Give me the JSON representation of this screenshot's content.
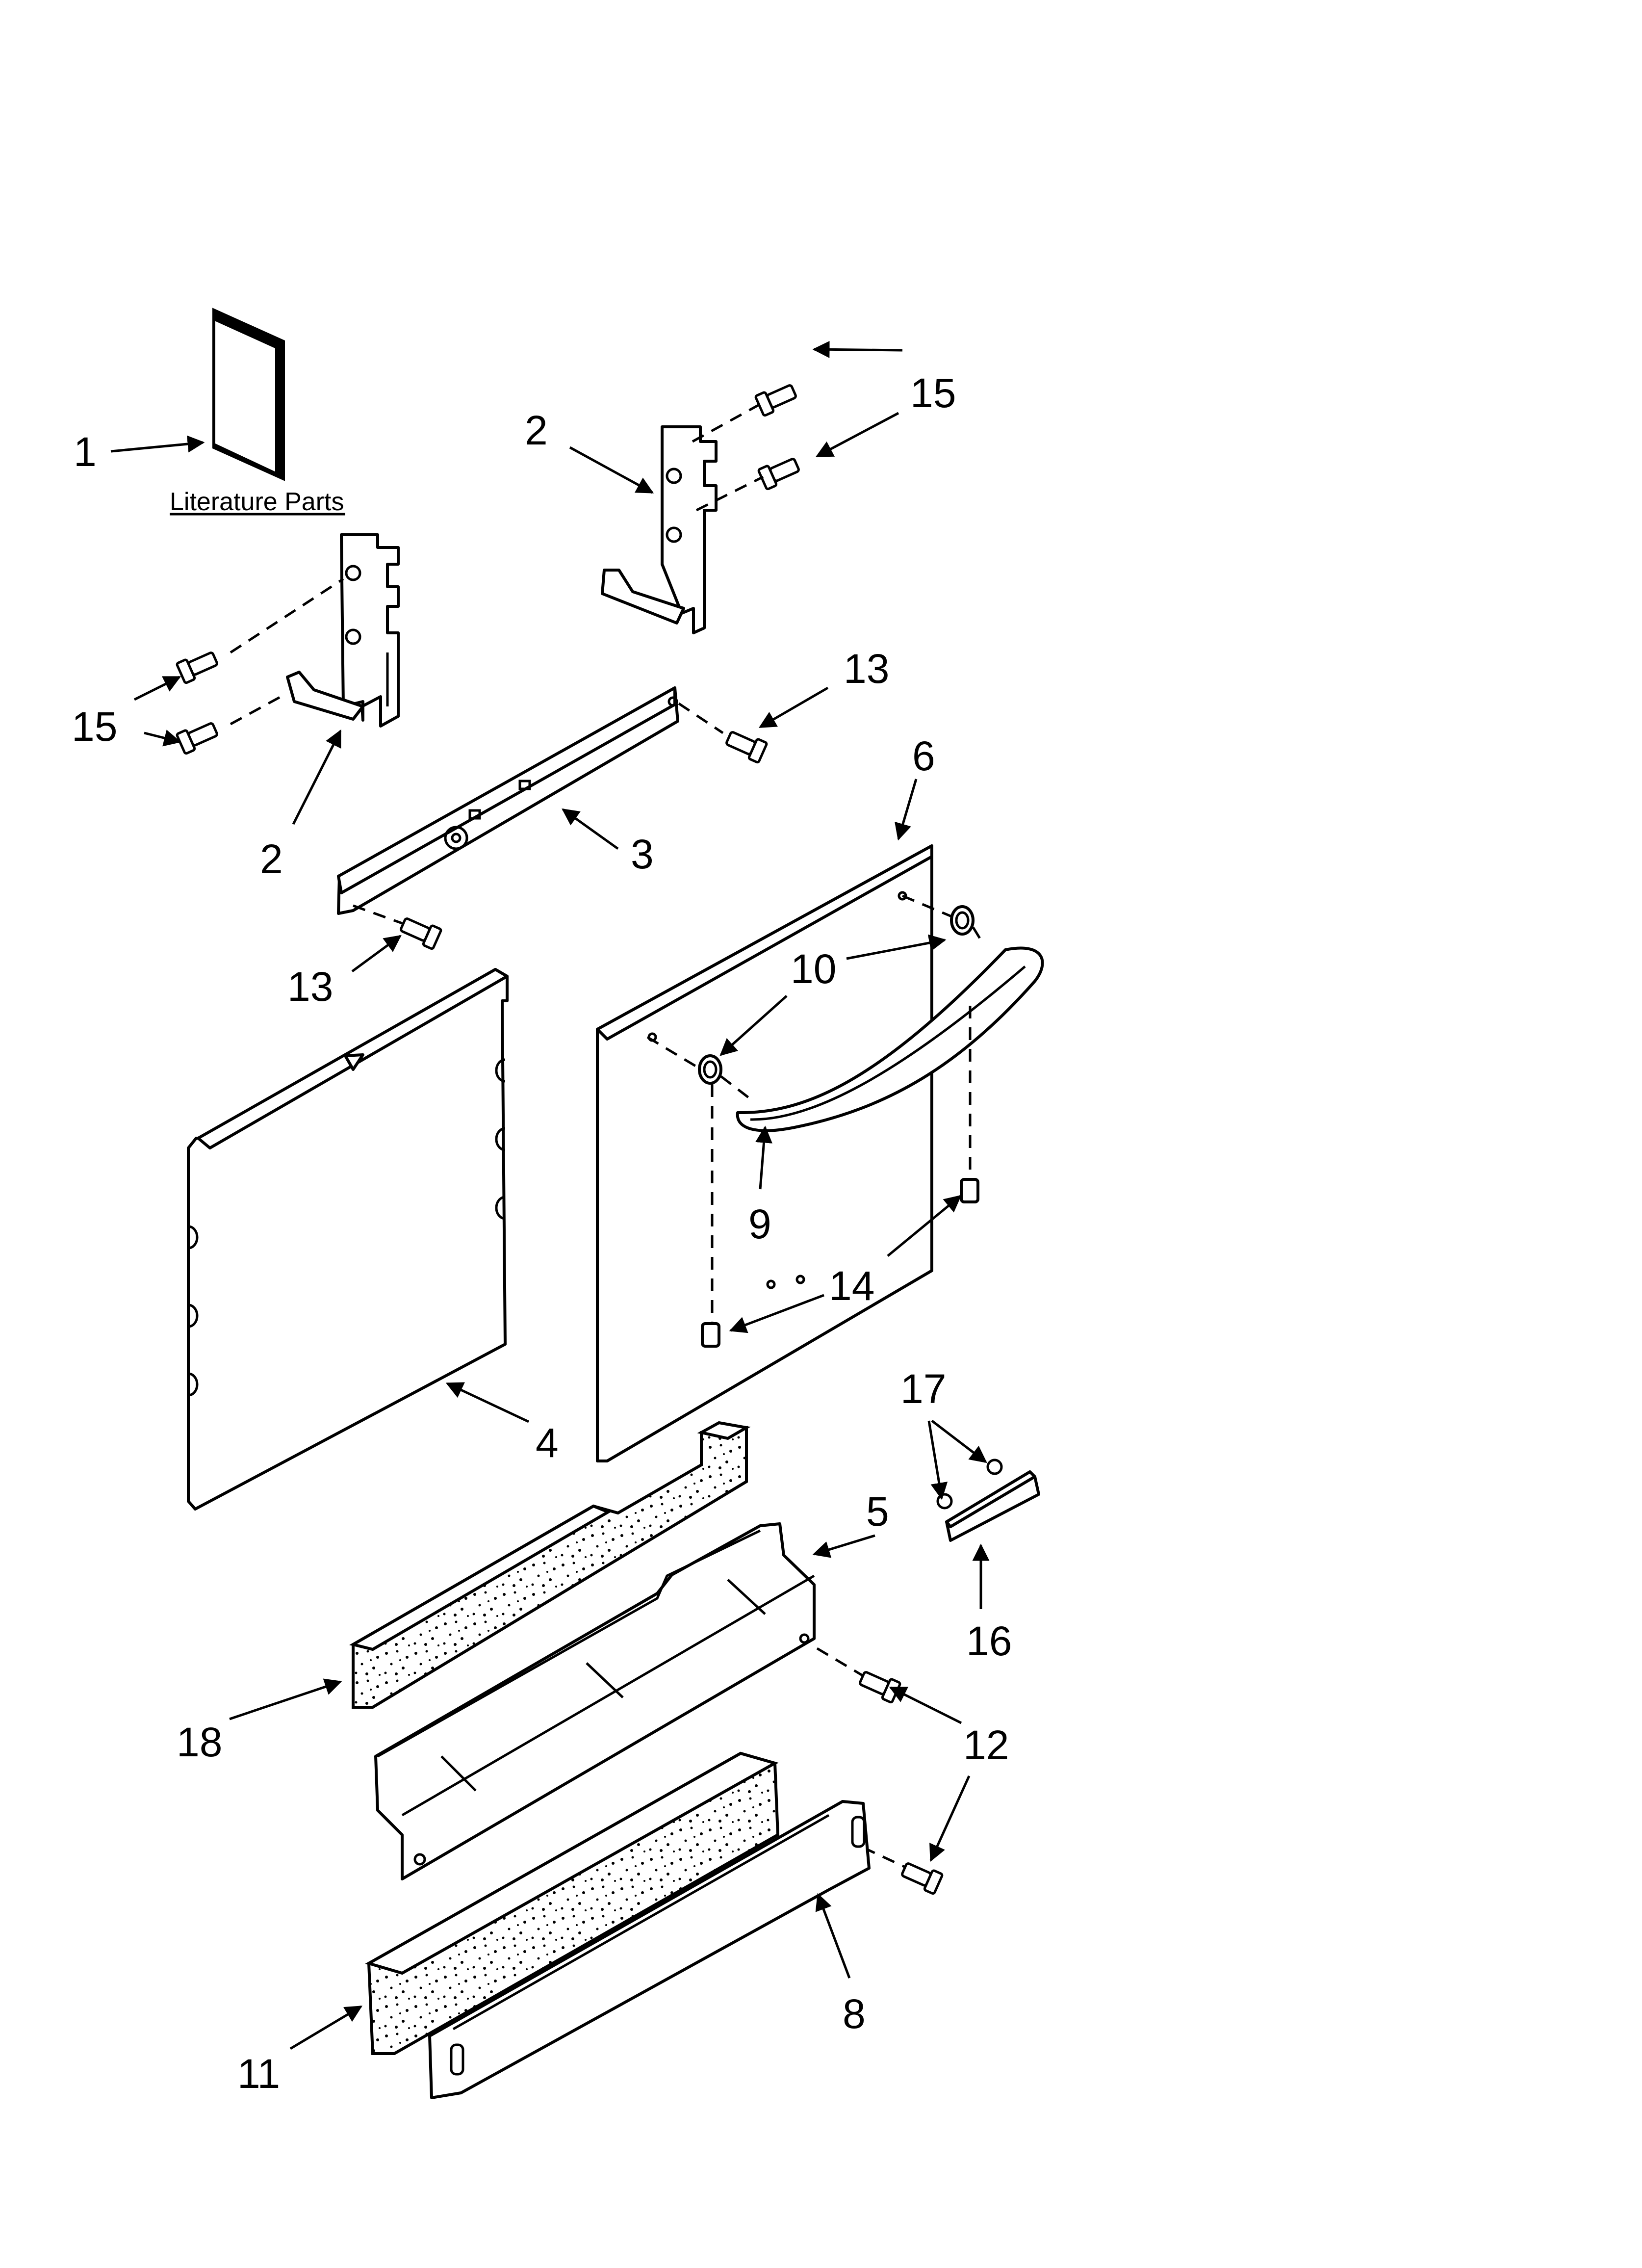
{
  "diagram": {
    "literature_label": "Literature Parts",
    "callouts": {
      "c1": "1",
      "c2a": "2",
      "c2b": "2",
      "c3": "3",
      "c4": "4",
      "c5": "5",
      "c6": "6",
      "c8": "8",
      "c9": "9",
      "c10a": "10",
      "c11": "11",
      "c12": "12",
      "c13a": "13",
      "c13b": "13",
      "c14": "14",
      "c15a": "15",
      "c15b": "15",
      "c16": "16",
      "c17": "17",
      "c18": "18"
    }
  }
}
